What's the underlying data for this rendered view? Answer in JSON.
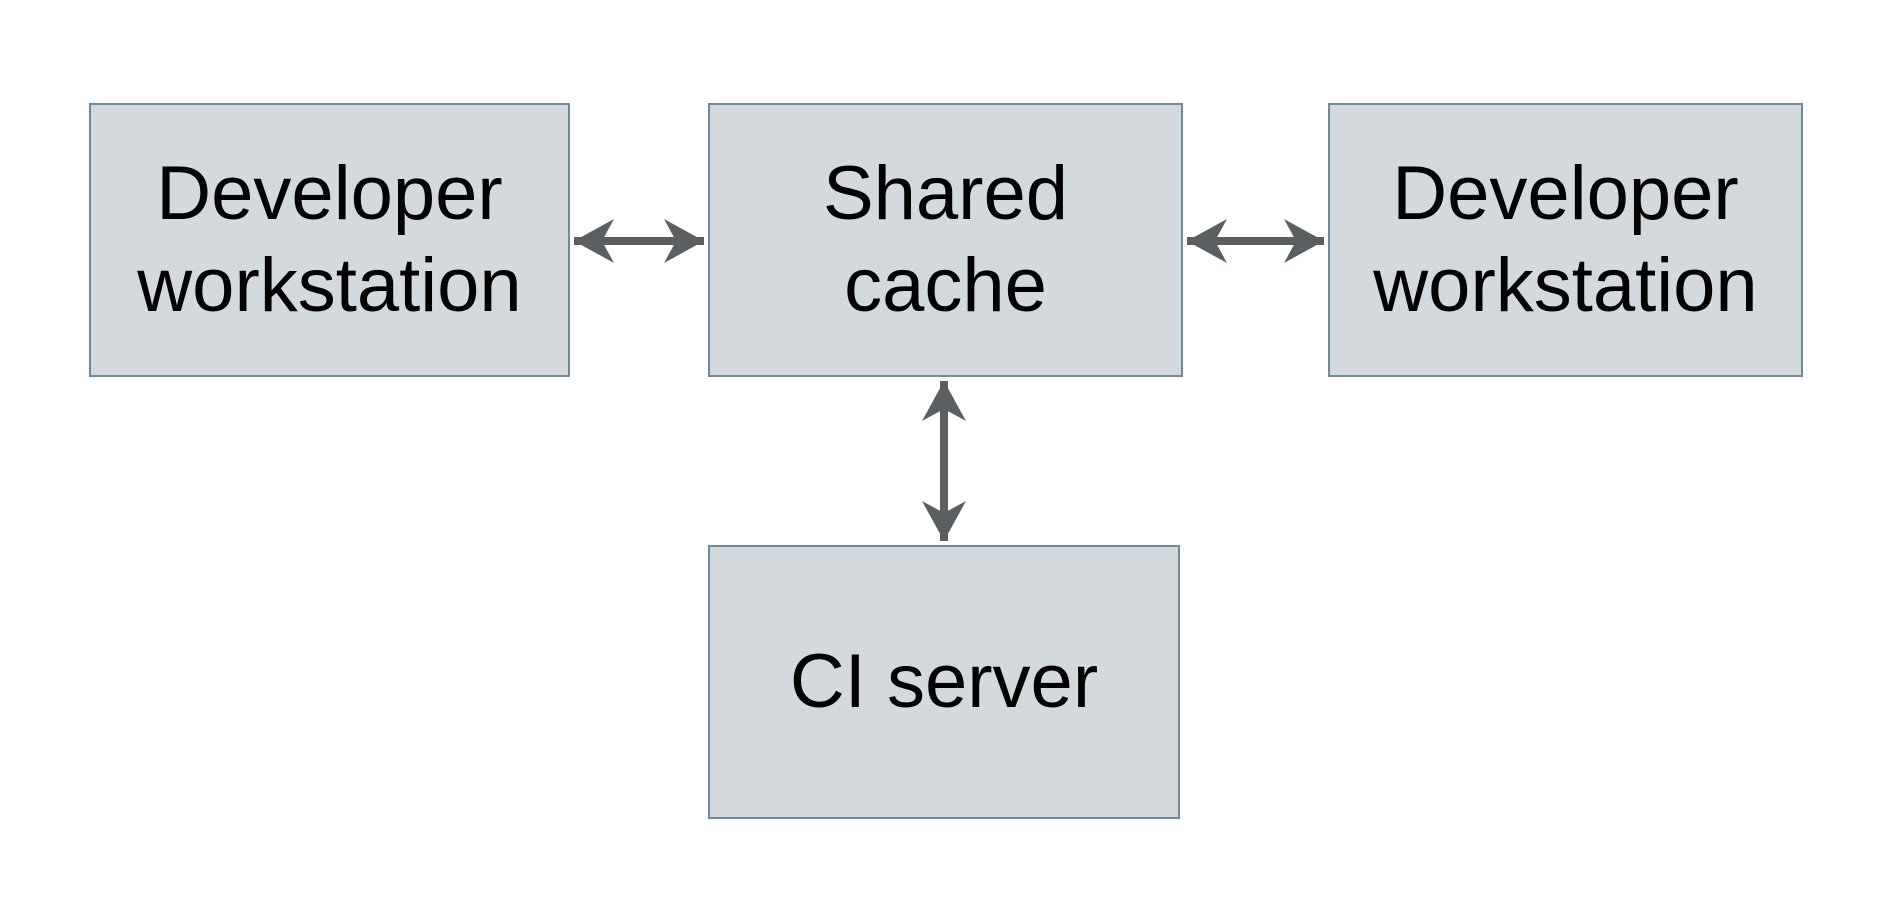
{
  "diagram": {
    "nodes": [
      {
        "id": "dev-left",
        "label": "Developer workstation"
      },
      {
        "id": "shared-cache",
        "label": "Shared cache"
      },
      {
        "id": "dev-right",
        "label": "Developer workstation"
      },
      {
        "id": "ci-server",
        "label": "CI server"
      }
    ],
    "edges": [
      {
        "from": "dev-left",
        "to": "shared-cache",
        "direction": "bidirectional",
        "style": "double-arrow"
      },
      {
        "from": "shared-cache",
        "to": "dev-right",
        "direction": "bidirectional",
        "style": "double-arrow"
      },
      {
        "from": "shared-cache",
        "to": "ci-server",
        "direction": "bidirectional",
        "style": "double-arrow"
      }
    ],
    "colors": {
      "node_fill": "#d3d9dc",
      "node_border": "#6e8b9b",
      "arrow": "#5b5f62",
      "text": "#000000",
      "background": "#ffffff"
    }
  }
}
